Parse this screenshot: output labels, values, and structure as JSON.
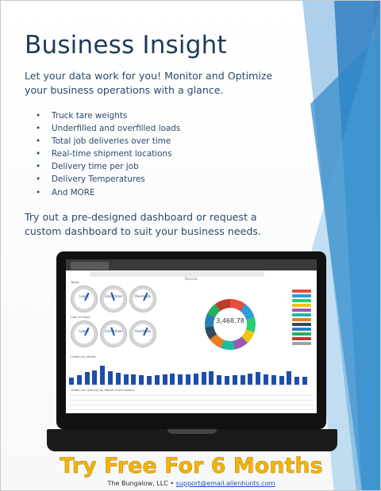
{
  "title": "Business Insight",
  "subtitle": "Let your data work for you! Monitor and Optimize your business operations with a glance.",
  "bullets": [
    "Truck tare weights",
    "Underfilled and overfilled loads",
    "Total job deliveries over time",
    "Real-time shipment locations",
    "Delivery time per job",
    "Delivery Temperatures",
    "And MORE"
  ],
  "cta": "Try out a pre-designed dashboard or request a custom dashboard to suit your business needs.",
  "dashboard": {
    "title": "Records",
    "today_label": "Today",
    "last_30_label": "Last 30 Days",
    "gauges_today": [
      "Loads",
      "Corrections",
      "Overloads"
    ],
    "gauges_30": [
      "Loads",
      "Corrections",
      "Overloads"
    ],
    "donut_value": "3,468.78",
    "month_label": "Orders by Month",
    "table_label": "Orders for Grocery by Month Chart Details"
  },
  "promo": "Try Free For 6 Months",
  "footer": {
    "company": "The Bungalow, LLC",
    "separator": " • ",
    "email": "support@email.allenhunts.com"
  },
  "colors": {
    "title": "#1f3a5c",
    "body_text": "#2a4a6d",
    "promo": "#f4b400",
    "link": "#1b4fd6",
    "accent_blue": "#1f6fb5"
  },
  "icons": [
    "laptop-icon"
  ]
}
